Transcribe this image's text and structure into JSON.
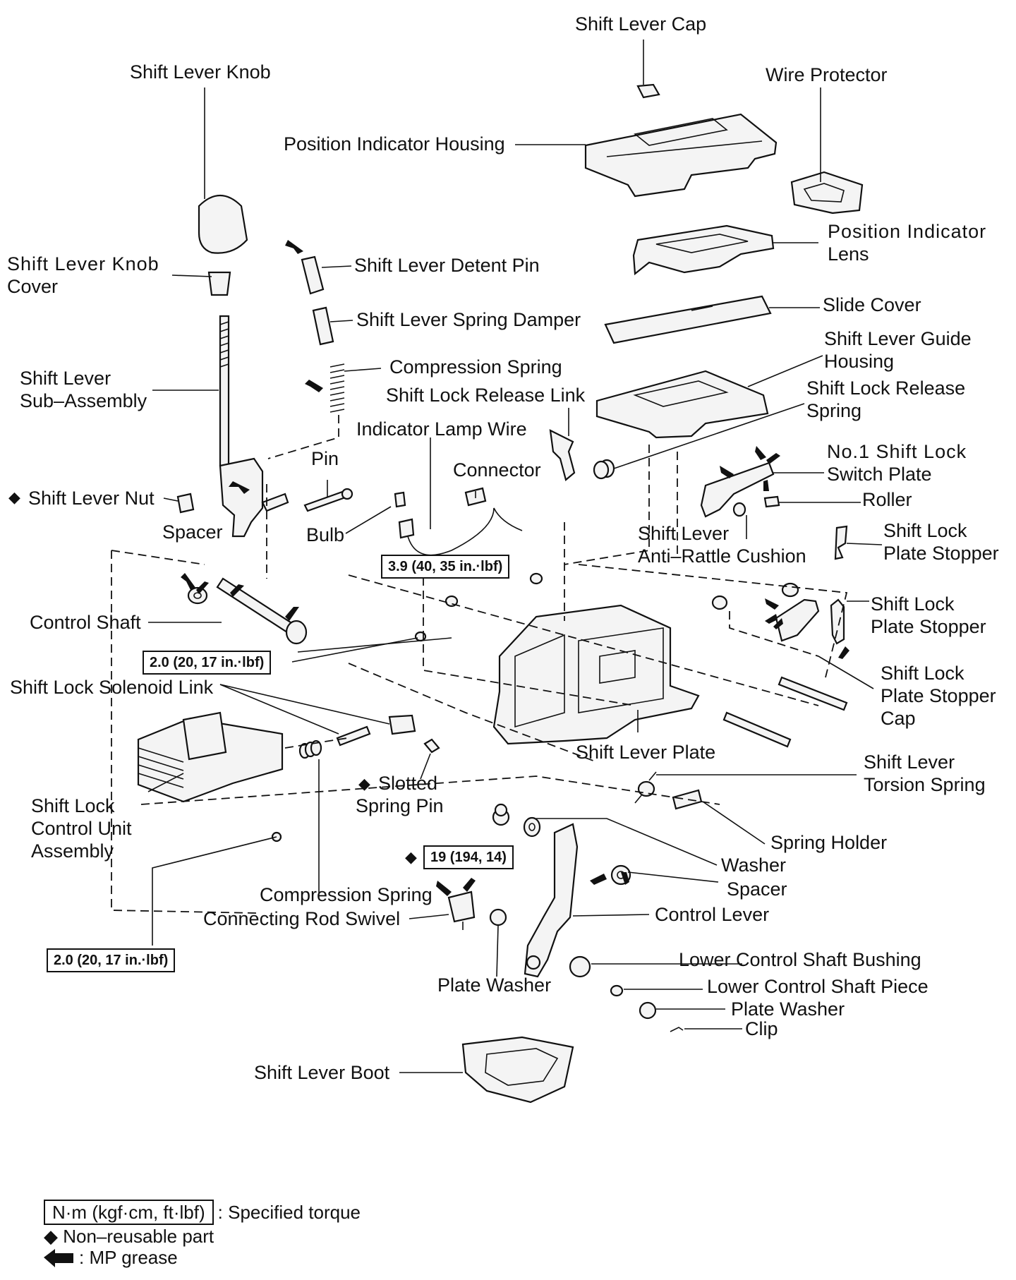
{
  "labels": {
    "shift_lever_cap": "Shift Lever Cap",
    "shift_lever_knob": "Shift Lever Knob",
    "wire_protector": "Wire Protector",
    "position_indicator_housing": "Position Indicator Housing",
    "position_indicator_lens_1": "Position Indicator",
    "position_indicator_lens_2": "Lens",
    "shift_lever_knob_cover_1": "Shift Lever Knob",
    "shift_lever_knob_cover_2": "Cover",
    "shift_lever_detent_pin": "Shift Lever Detent Pin",
    "slide_cover": "Slide Cover",
    "shift_lever_spring_damper": "Shift Lever Spring Damper",
    "shift_lever_guide_housing_1": "Shift Lever Guide",
    "shift_lever_guide_housing_2": "Housing",
    "compression_spring_top": "Compression Spring",
    "shift_lever_sub_assembly_1": "Shift Lever",
    "shift_lever_sub_assembly_2": "Sub–Assembly",
    "shift_lock_release_link": "Shift Lock Release Link",
    "shift_lock_release_spring_1": "Shift Lock Release",
    "shift_lock_release_spring_2": "Spring",
    "indicator_lamp_wire": "Indicator Lamp Wire",
    "pin": "Pin",
    "no1_shift_lock_switch_plate_1": "No.1 Shift Lock",
    "no1_shift_lock_switch_plate_2": "Switch Plate",
    "connector": "Connector",
    "shift_lever_nut": "Shift Lever Nut",
    "roller": "Roller",
    "spacer_left": "Spacer",
    "bulb": "Bulb",
    "shift_lever_anti_rattle_cushion_1": "Shift Lever",
    "shift_lever_anti_rattle_cushion_2": "Anti–Rattle Cushion",
    "shift_lock_plate_stopper_a_1": "Shift Lock",
    "shift_lock_plate_stopper_a_2": "Plate Stopper",
    "control_shaft": "Control Shaft",
    "shift_lock_plate_stopper_b_1": "Shift Lock",
    "shift_lock_plate_stopper_b_2": "Plate Stopper",
    "shift_lock_solenoid_link": "Shift Lock Solenoid Link",
    "shift_lock_plate_stopper_cap_1": "Shift Lock",
    "shift_lock_plate_stopper_cap_2": "Plate Stopper",
    "shift_lock_plate_stopper_cap_3": "Cap",
    "shift_lever_plate": "Shift Lever Plate",
    "shift_lever_torsion_spring_1": "Shift Lever",
    "shift_lever_torsion_spring_2": "Torsion Spring",
    "slotted_spring_pin_1": "Slotted",
    "slotted_spring_pin_2": "Spring Pin",
    "shift_lock_control_unit_1": "Shift Lock",
    "shift_lock_control_unit_2": "Control Unit",
    "shift_lock_control_unit_3": "Assembly",
    "spring_holder": "Spring Holder",
    "washer": "Washer",
    "spacer_right": "Spacer",
    "compression_spring_bottom": "Compression Spring",
    "connecting_rod_swivel": "Connecting Rod Swivel",
    "control_lever": "Control Lever",
    "lower_control_shaft_bushing": "Lower Control Shaft Bushing",
    "plate_washer_left": "Plate Washer",
    "lower_control_shaft_piece": "Lower Control Shaft Piece",
    "plate_washer_right": "Plate Washer",
    "clip": "Clip",
    "shift_lever_boot": "Shift Lever Boot"
  },
  "torques": {
    "t1": "3.9 (40, 35 in.·lbf)",
    "t2": "2.0 (20, 17 in.·lbf)",
    "t3": "19 (194, 14)",
    "t4": "2.0 (20, 17 in.·lbf)"
  },
  "symbols": {
    "non_reusable": "◆"
  },
  "legend": {
    "torque_box": "N·m (kgf·cm, ft·lbf)",
    "torque_text": ": Specified torque",
    "non_reusable_text": "Non–reusable part",
    "grease_text": ": MP grease"
  }
}
